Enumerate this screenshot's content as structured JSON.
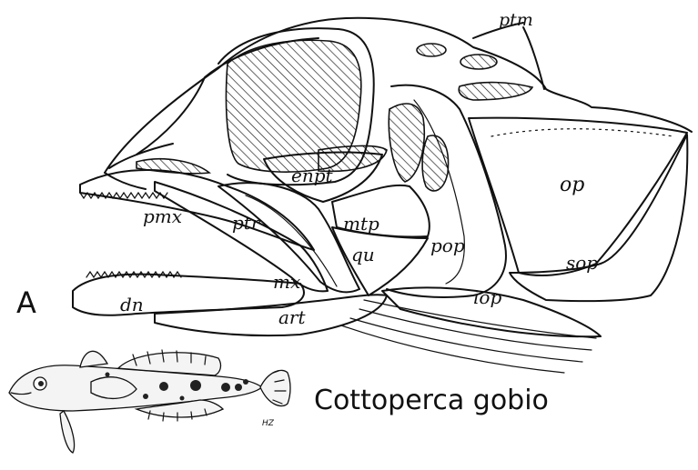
{
  "figure": {
    "panel_label": "A",
    "species_name": "Cottoperca gobio",
    "artist_initials": "HZ",
    "labels": {
      "ptm": "ptm",
      "enpt": "enpt",
      "op": "op",
      "pmx": "pmx",
      "ptr": "ptr",
      "mtp": "mtp",
      "pop": "pop",
      "qu": "qu",
      "sop": "sop",
      "mx": "mx",
      "iop": "iop",
      "dn": "dn",
      "art": "art"
    }
  }
}
